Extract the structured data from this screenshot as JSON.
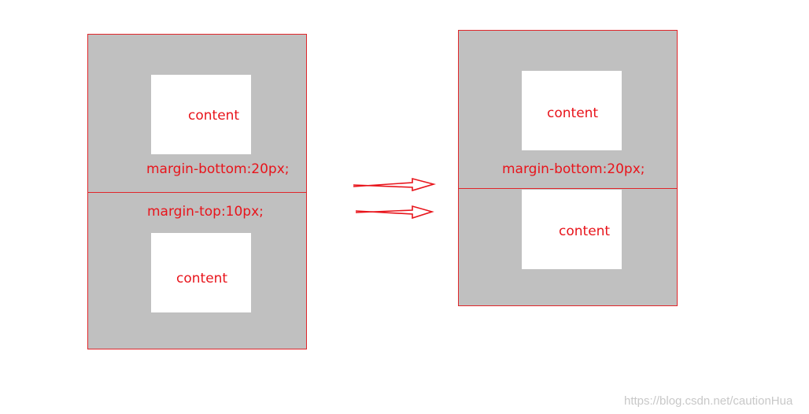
{
  "colors": {
    "box_fill": "#c0c0c0",
    "box_border": "#e0262a",
    "content_fill": "#ffffff",
    "label_text": "#e8141b",
    "arrow": "#e8141b",
    "watermark": "#c8c8c8"
  },
  "left": {
    "top_box": {
      "content_label": "content",
      "margin_label": "margin-bottom:20px;"
    },
    "bottom_box": {
      "margin_label": "margin-top:10px;",
      "content_label": "content"
    }
  },
  "right": {
    "top_box": {
      "content_label": "content",
      "margin_label": "margin-bottom:20px;"
    },
    "bottom_box": {
      "content_label": "content"
    }
  },
  "watermark": "https://blog.csdn.net/cautionHua"
}
